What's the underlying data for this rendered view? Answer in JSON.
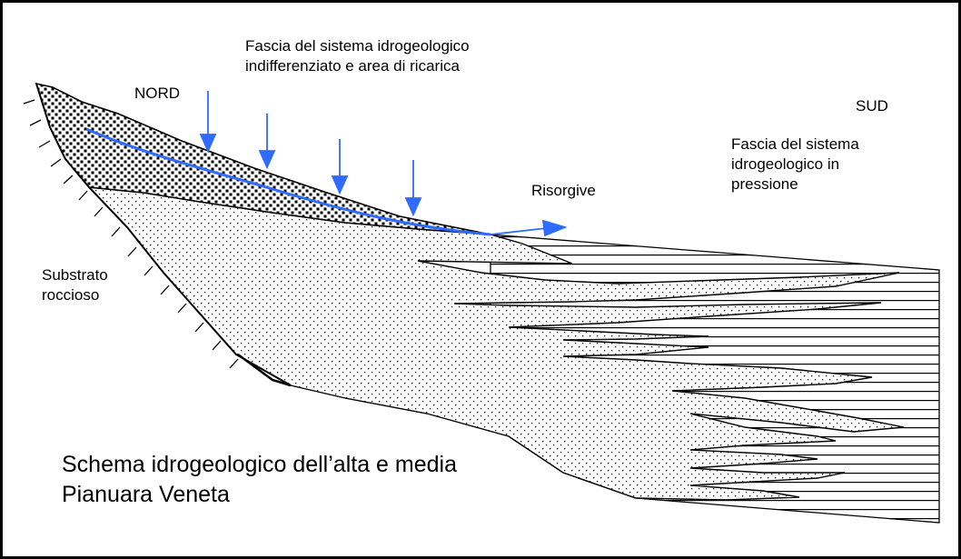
{
  "labels": {
    "north": "NORD",
    "south": "SUD",
    "recharge_line1": "Fascia del sistema idrogeologico",
    "recharge_line2": "indifferenziato e area di ricarica",
    "pressure_line1": "Fascia del sistema",
    "pressure_line2": "idrogeologico in",
    "pressure_line3": "pressione",
    "springs": "Risorgive",
    "bedrock_line1": "Substrato",
    "bedrock_line2": "roccioso",
    "title_line1": "Schema idrogeologico dell’alta e media",
    "title_line2": "Pianuara Veneta"
  },
  "colors": {
    "water": "#2f6bff",
    "ink": "#000000",
    "background": "#ffffff"
  },
  "legend_icons": {
    "coarse_gravel": "dense-dot-pattern",
    "sand": "fine-dot-pattern",
    "clay": "horizontal-line-pattern",
    "infiltration": "down-arrow-icon",
    "water_table": "water-table-line"
  }
}
